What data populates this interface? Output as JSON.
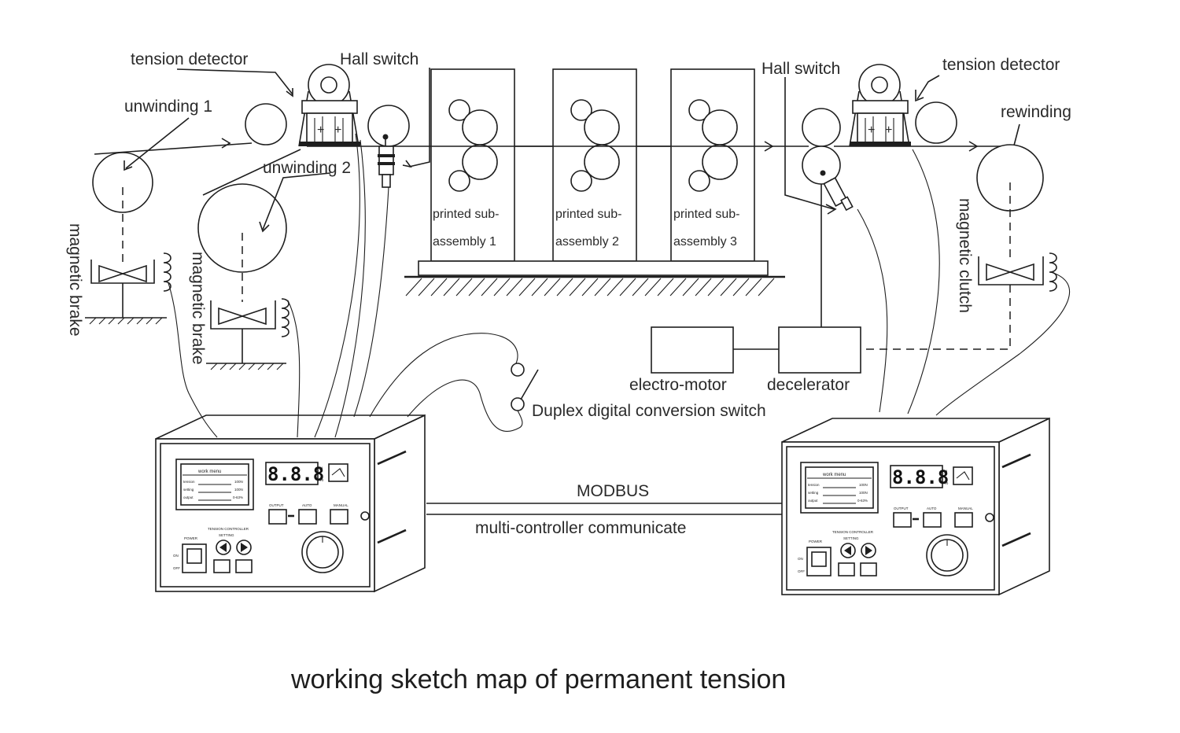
{
  "title": "working sketch map of permanent tension",
  "labels": {
    "tension_detector_left": "tension detector",
    "hall_switch_left": "Hall switch",
    "unwinding_1": "unwinding 1",
    "unwinding_2": "unwinding 2",
    "magnetic_brake_1": "magnetic brake",
    "magnetic_brake_2": "magnetic brake",
    "printed_1_line1": "printed sub-",
    "printed_1_line2": "assembly 1",
    "printed_2_line1": "printed sub-",
    "printed_2_line2": "assembly 2",
    "printed_3_line1": "printed sub-",
    "printed_3_line2": "assembly 3",
    "hall_switch_right": "Hall switch",
    "tension_detector_right": "tension detector",
    "rewinding": "rewinding",
    "magnetic_clutch": "magnetic clutch",
    "electro_motor": "electro-motor",
    "decelerator": "decelerator",
    "duplex_switch": "Duplex digital conversion  switch",
    "modbus": "MODBUS",
    "multi_controller": "multi-controller communicate"
  },
  "controllers": [
    {
      "screen_title": "work menu",
      "display": "8.8.8.8",
      "unit_n": "N",
      "unit_pct": "%",
      "rows": [
        {
          "label": "tension",
          "value": "100N"
        },
        {
          "label": "setting",
          "value": "100N"
        },
        {
          "label": "output",
          "value": "0-63%"
        }
      ],
      "modes": [
        "OUTPUT",
        "AUTO",
        "MANUAL"
      ],
      "name_plate": "TENSION CONTROLLER",
      "power": "POWER",
      "on": "ON",
      "off": "OFF",
      "setting": "SETTING"
    },
    {
      "screen_title": "work menu",
      "display": "8.8.8.8",
      "unit_n": "N",
      "unit_pct": "%",
      "rows": [
        {
          "label": "tension",
          "value": "100N"
        },
        {
          "label": "setting",
          "value": "100N"
        },
        {
          "label": "output",
          "value": "0-63%"
        }
      ],
      "modes": [
        "OUTPUT",
        "AUTO",
        "MANUAL"
      ],
      "name_plate": "TENSION CONTROLLER",
      "power": "POWER",
      "on": "ON",
      "off": "OFF",
      "setting": "SETTING"
    }
  ],
  "colors": {
    "line": "#1e1e1e",
    "background": "#ffffff"
  }
}
